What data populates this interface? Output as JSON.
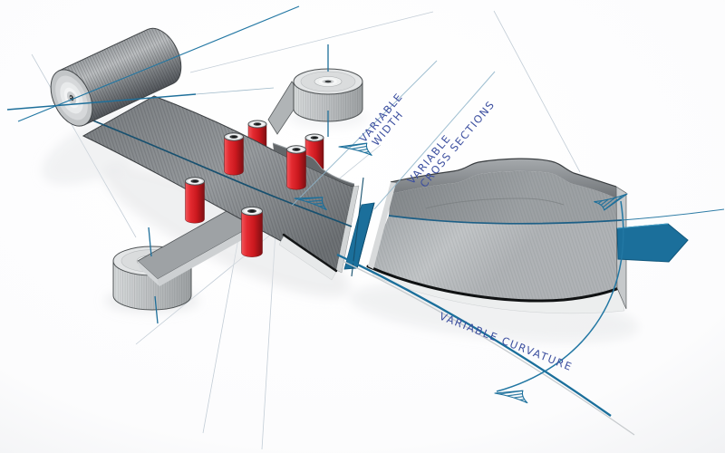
{
  "diagram": {
    "labels": {
      "width_line1": "VARIABLE",
      "width_line2": "WIDTH",
      "cross_sections_line1": "VARIABLE",
      "cross_sections_line2": "CROSS SECTIONS",
      "curvature": "VARIABLE CURVATURE"
    },
    "colors": {
      "accent_teal": "#1b6f9b",
      "annotation_blue": "#3c4f9f",
      "roller_red": "#d92027",
      "material_gray": "#8b8f92",
      "centerline_navy": "#17506f",
      "background": "#ffffff"
    },
    "components": [
      "material-roll",
      "carrier-tape",
      "guide-rollers",
      "tape-spool-upper",
      "tape-spool-lower",
      "formed-profile",
      "cross-section-slice",
      "feed-direction-arrow",
      "hatched-arrowhead"
    ]
  }
}
